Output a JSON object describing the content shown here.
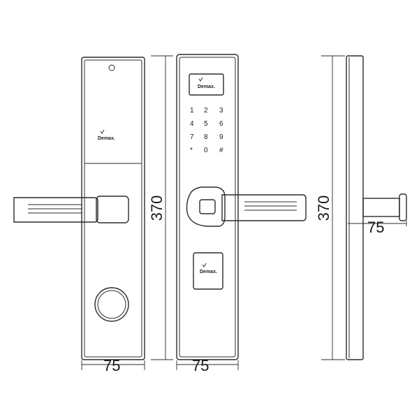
{
  "diagram": {
    "brand": "Demax.",
    "keypad": [
      "1",
      "2",
      "3",
      "4",
      "5",
      "6",
      "7",
      "8",
      "9",
      "*",
      "0",
      "#"
    ],
    "dimensions": {
      "front_width": "75",
      "back_width": "75",
      "height_front": "370",
      "height_side": "370",
      "handle_depth": "75"
    }
  }
}
